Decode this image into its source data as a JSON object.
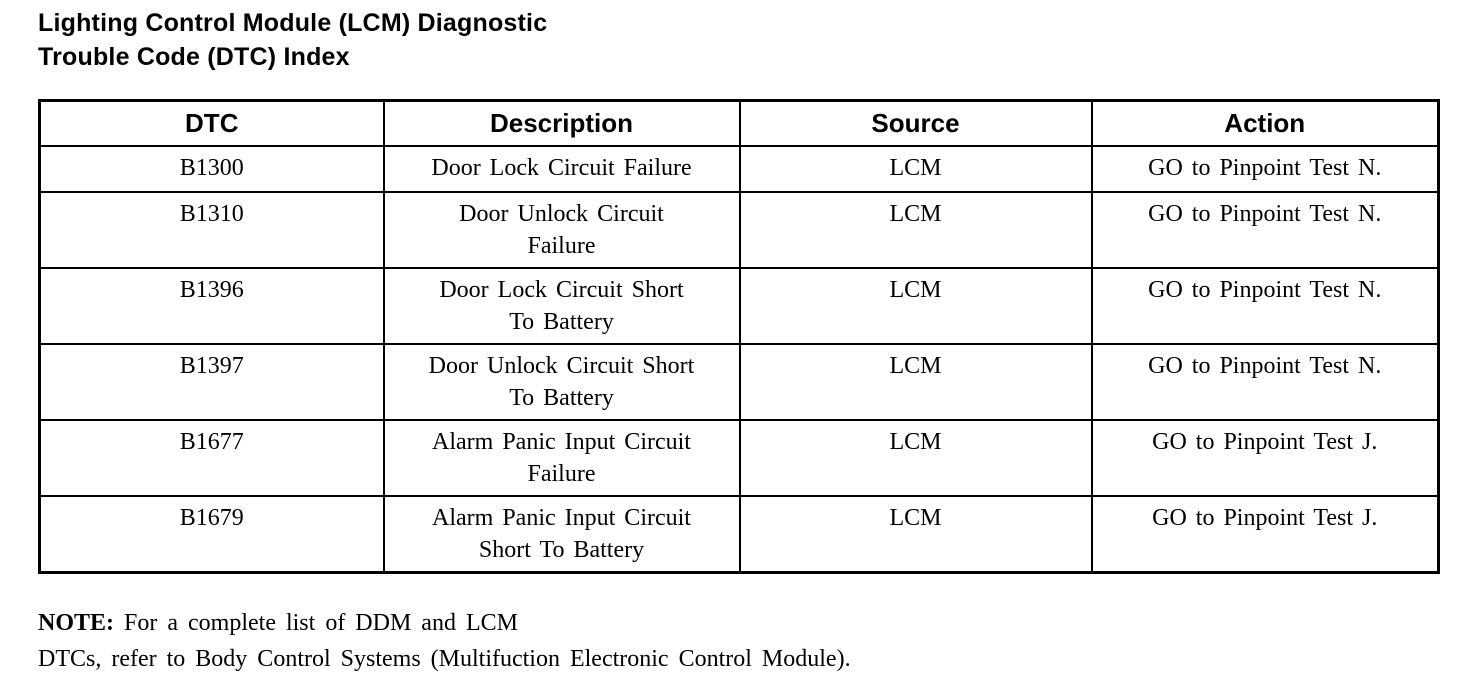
{
  "page": {
    "title_line1": "Lighting Control Module (LCM) Diagnostic",
    "title_line2": "Trouble Code (DTC) Index"
  },
  "table": {
    "headers": [
      "DTC",
      "Description",
      "Source",
      "Action"
    ],
    "rows": [
      {
        "dtc": "B1300",
        "description": "Door Lock Circuit Failure",
        "source": "LCM",
        "action": "GO to Pinpoint Test N."
      },
      {
        "dtc": "B1310",
        "description": "Door Unlock Circuit\nFailure",
        "source": "LCM",
        "action": "GO to Pinpoint Test N."
      },
      {
        "dtc": "B1396",
        "description": "Door Lock Circuit Short\nTo Battery",
        "source": "LCM",
        "action": "GO to Pinpoint Test N."
      },
      {
        "dtc": "B1397",
        "description": "Door Unlock Circuit Short\nTo Battery",
        "source": "LCM",
        "action": "GO to Pinpoint Test N."
      },
      {
        "dtc": "B1677",
        "description": "Alarm Panic Input Circuit\nFailure",
        "source": "LCM",
        "action": "GO to Pinpoint Test J."
      },
      {
        "dtc": "B1679",
        "description": "Alarm Panic Input Circuit\nShort To Battery",
        "source": "LCM",
        "action": "GO to Pinpoint Test J."
      }
    ]
  },
  "note": {
    "label": "NOTE:",
    "line1": "For a complete list of DDM and LCM",
    "line2_prefix": "DTCs, refer to",
    "line2_reference": "Body Control Systems (Multifuction Electronic Control Module)."
  }
}
